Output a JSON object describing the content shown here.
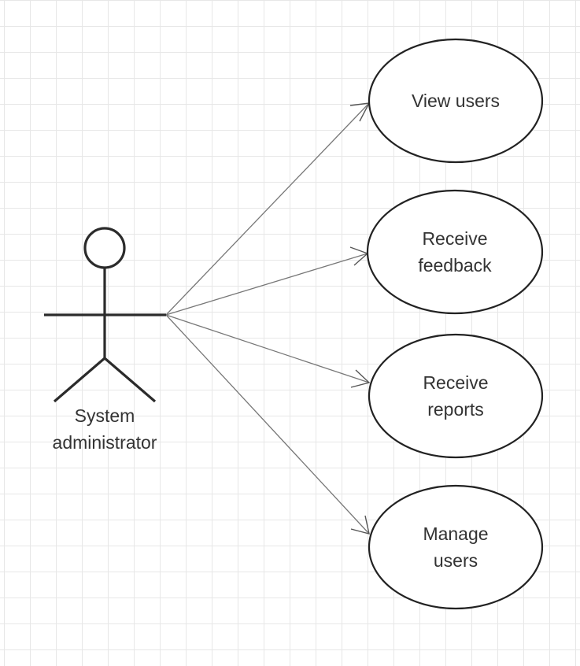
{
  "diagram": {
    "actor": {
      "line1": "System",
      "line2": "administrator"
    },
    "use_cases": [
      {
        "line1": "View users",
        "line2": ""
      },
      {
        "line1": "Receive",
        "line2": "feedback"
      },
      {
        "line1": "Receive",
        "line2": "reports"
      },
      {
        "line1": "Manage",
        "line2": "users"
      }
    ]
  }
}
